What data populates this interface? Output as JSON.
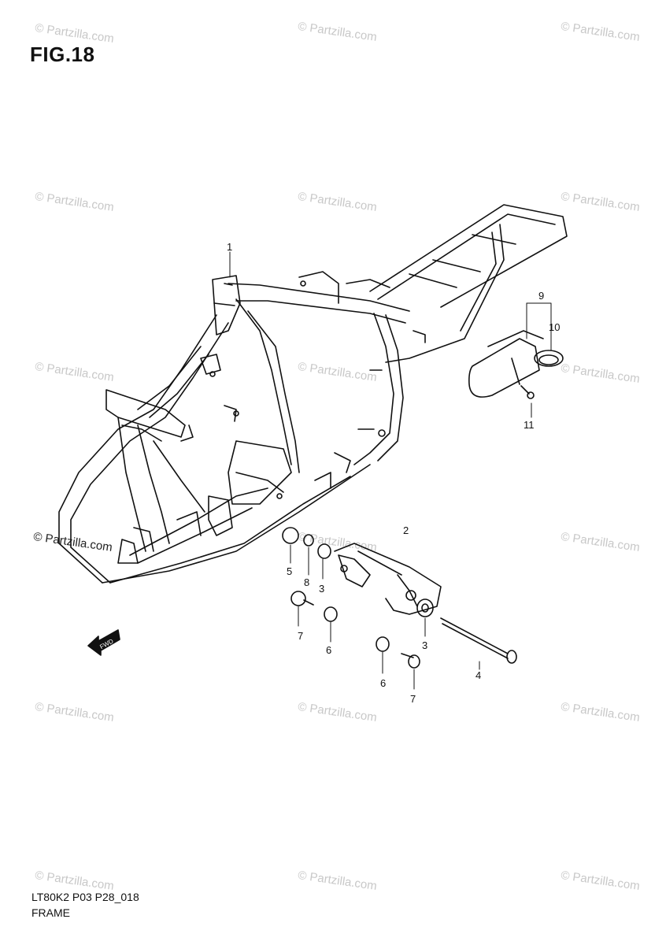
{
  "figure": {
    "title": "FIG.18",
    "code": "LT80K2 P03 P28_018",
    "name": "FRAME"
  },
  "watermark": {
    "text": "© Partzilla.com",
    "text_light": "© Partzilla.com"
  },
  "fwd_arrow": {
    "label": "FWD"
  },
  "callouts": [
    {
      "id": "c1",
      "label": "1"
    },
    {
      "id": "c2",
      "label": "2"
    },
    {
      "id": "c3a",
      "label": "3"
    },
    {
      "id": "c3b",
      "label": "3"
    },
    {
      "id": "c4",
      "label": "4"
    },
    {
      "id": "c5",
      "label": "5"
    },
    {
      "id": "c6a",
      "label": "6"
    },
    {
      "id": "c6b",
      "label": "6"
    },
    {
      "id": "c7a",
      "label": "7"
    },
    {
      "id": "c7b",
      "label": "7"
    },
    {
      "id": "c8",
      "label": "8"
    },
    {
      "id": "c9",
      "label": "9"
    },
    {
      "id": "c10",
      "label": "10"
    },
    {
      "id": "c11",
      "label": "11"
    }
  ]
}
